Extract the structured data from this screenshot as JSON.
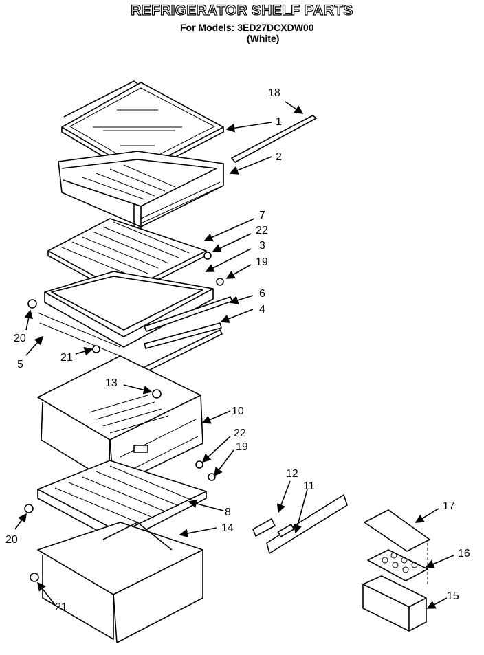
{
  "header": {
    "title": "REFRIGERATOR SHELF PARTS",
    "models": "For Models: 3ED27DCXDW00",
    "color": "(White)"
  },
  "callouts": [
    "18",
    "1",
    "2",
    "7",
    "22",
    "3",
    "19",
    "6",
    "4",
    "20",
    "5",
    "21",
    "13",
    "10",
    "22",
    "19",
    "8",
    "20",
    "14",
    "21",
    "12",
    "11",
    "17",
    "16",
    "15"
  ]
}
